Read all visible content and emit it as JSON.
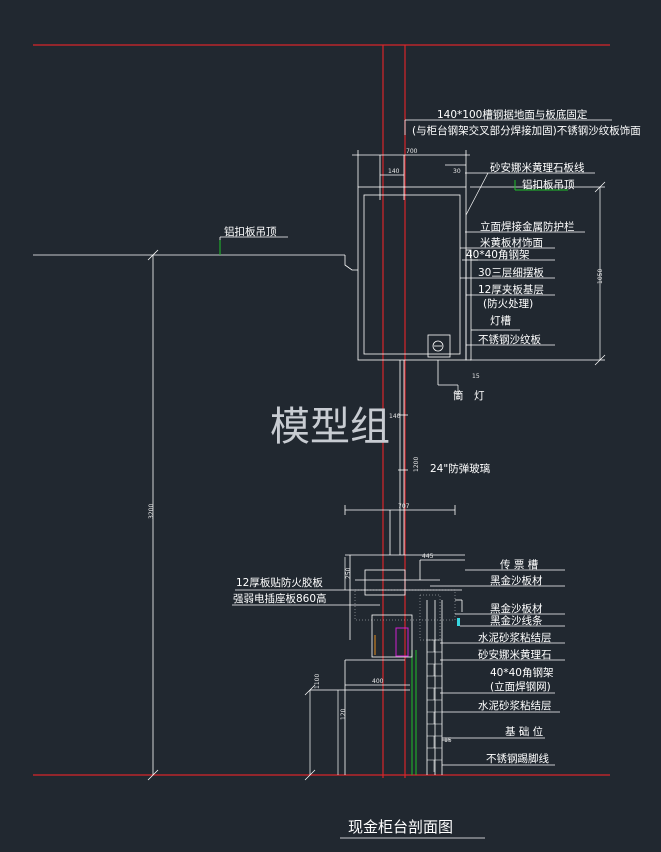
{
  "watermark": "模型组",
  "title": "现金柜台剖面图",
  "colors": {
    "background": "#212830",
    "redline": "#d8262a",
    "leader": "#ffffff",
    "green": "#1fbf2a",
    "magenta": "#d020d0",
    "cyan": "#38d6e0"
  },
  "labels": {
    "steel_note_1": "140*100槽钢据地面与板底固定",
    "steel_note_2": "(与柜台钢架交叉部分焊接加固)不锈钢沙纹板饰面",
    "marble_edge": "砂安娜米黄理石板线",
    "aluminum_ceiling_right": "铝扣板吊顶",
    "aluminum_ceiling_left": "铝扣板吊顶",
    "welded_railing": "立面焊接金属防护栏",
    "beige_panel": "米黄板材饰面",
    "angle_steel_frame": "40*40角钢架",
    "layer_board": "30三层细摆板",
    "fire_board": "12厚夹板基层",
    "fire_treatment": "(防火处理)",
    "light_trough": "灯槽",
    "stainless_plate": "不锈钢沙纹板",
    "tube_light": "筒　灯",
    "glass": "24\"防弹玻璃",
    "ticket_slot": "传 票 槽",
    "black_gold_1": "黑金沙板材",
    "fire_panel": "12厚板贴防火胶板",
    "socket_board": "强弱电插座板860高",
    "black_gold_2": "黑金沙板材",
    "black_gold_strip": "黑金沙线条",
    "cement_mortar_1": "水泥砂浆粘结层",
    "marble_2": "砂安娜米黄理石",
    "steel_frame_2": "40*40角钢架",
    "welded_mesh": "(立面焊钢网)",
    "cement_mortar_2": "水泥砂浆粘结层",
    "base_level": "基 础 位",
    "skirting": "不锈钢踢脚线"
  },
  "dimensions": {
    "d700": "700",
    "d140": "140",
    "d30": "30",
    "d1050": "1050",
    "d15a": "15",
    "d140b": "140",
    "d1200": "1200",
    "d3200": "3200",
    "d707": "707",
    "d445": "445",
    "d250": "250",
    "d400": "400",
    "d1100": "1100",
    "d120": "120",
    "d15b": "15"
  }
}
